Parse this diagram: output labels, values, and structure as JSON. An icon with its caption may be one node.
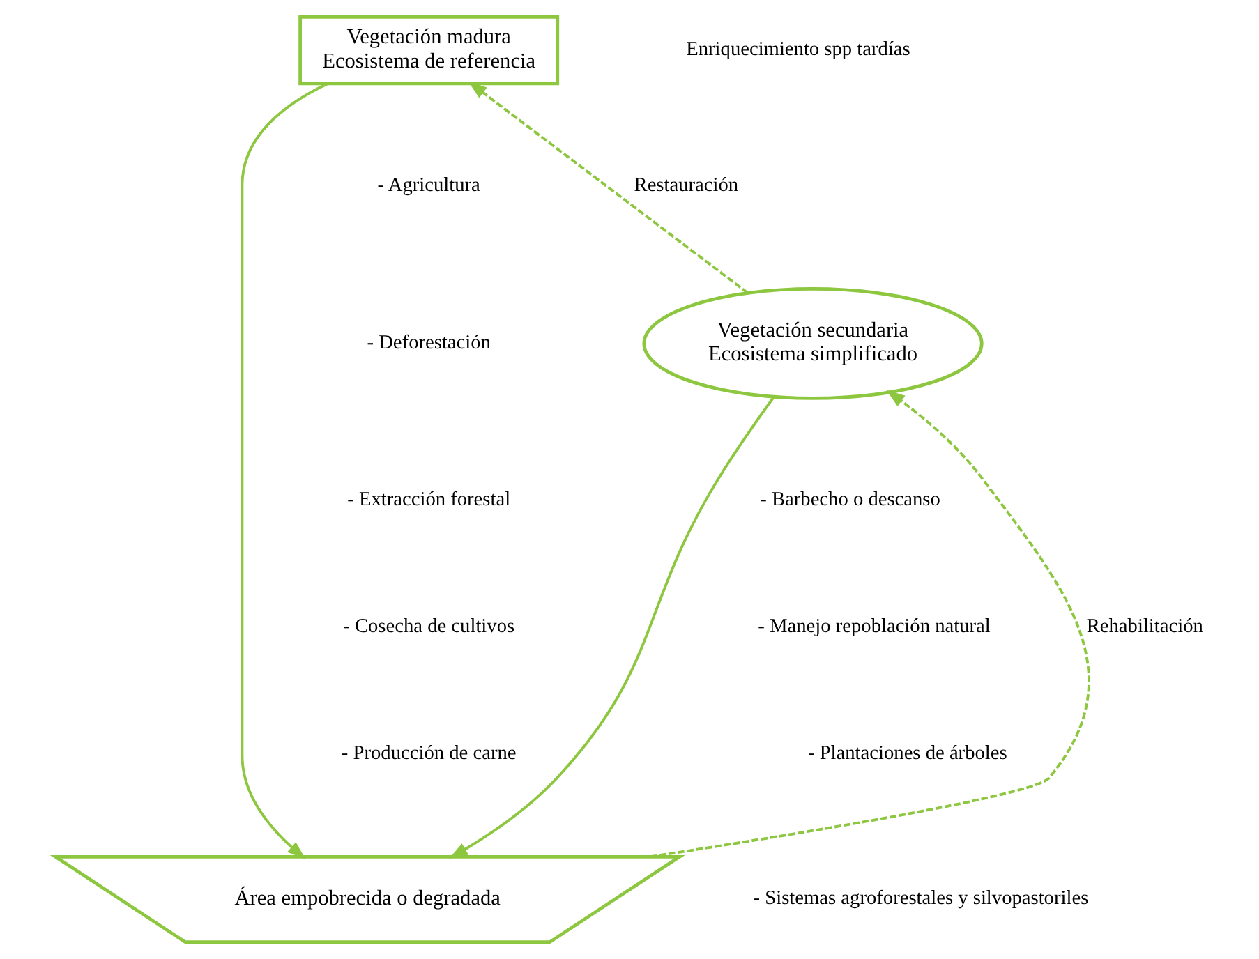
{
  "diagram": {
    "nodes": [
      {
        "text": [
          "Vegetación madura",
          "Ecosistema de referencia"
        ]
      },
      {
        "text": [
          "Vegetación secundaria",
          "Ecosistema simplificado"
        ]
      },
      {
        "text": [
          "Área empobrecida o degradada"
        ]
      }
    ],
    "edges": [
      {
        "from": 0,
        "to": 2,
        "arrow": "to"
      },
      {
        "from": 1,
        "to": 2,
        "arrow": "to"
      },
      {
        "from": 2,
        "to": 1,
        "arrow": "to",
        "style": "dashed",
        "label": "Rehabilitación"
      },
      {
        "from": 1,
        "to": 0,
        "arrow": "to",
        "style": "dashed",
        "label": "Restauración"
      }
    ],
    "labels": [
      "Enriquecimiento spp tardías",
      "- Agricultura",
      "- Deforestación",
      "- Extracción forestal",
      "- Cosecha de cultivos",
      "- Producción de carne",
      "- Barbecho o descanso",
      "- Manejo repoblación natural",
      "- Plantaciones de árboles",
      "- Sistemas agroforestales y silvopastoriles"
    ]
  }
}
